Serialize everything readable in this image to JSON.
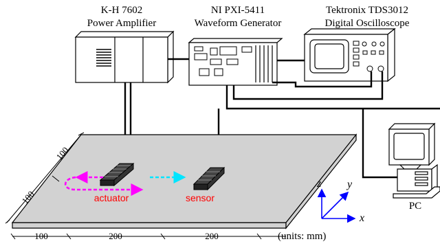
{
  "instruments": {
    "amplifier": {
      "line1": "K-H 7602",
      "line2": "Power Amplifier"
    },
    "generator": {
      "line1": "NI PXI-5411",
      "line2": "Waveform Generator"
    },
    "oscilloscope": {
      "line1": "Tektronix TDS3012",
      "line2": "Digital Oscilloscope"
    }
  },
  "computer": {
    "label": "PC"
  },
  "plate": {
    "actuator_label": "actuator",
    "sensor_label": "sensor",
    "units_label": "(units: mm)",
    "dims": {
      "side_top": "100",
      "side_bottom": "100",
      "bottom_1": "100",
      "bottom_2": "200",
      "bottom_3": "200"
    }
  },
  "axes": {
    "x": "x",
    "y": "y",
    "z": "z"
  },
  "colors": {
    "plate_fill": "#d2d2d2",
    "actuator_wave": "#ff00ff",
    "sensor_wave": "#00e5ff",
    "label_red": "#ff0000",
    "axes_blue": "#0000ff"
  }
}
